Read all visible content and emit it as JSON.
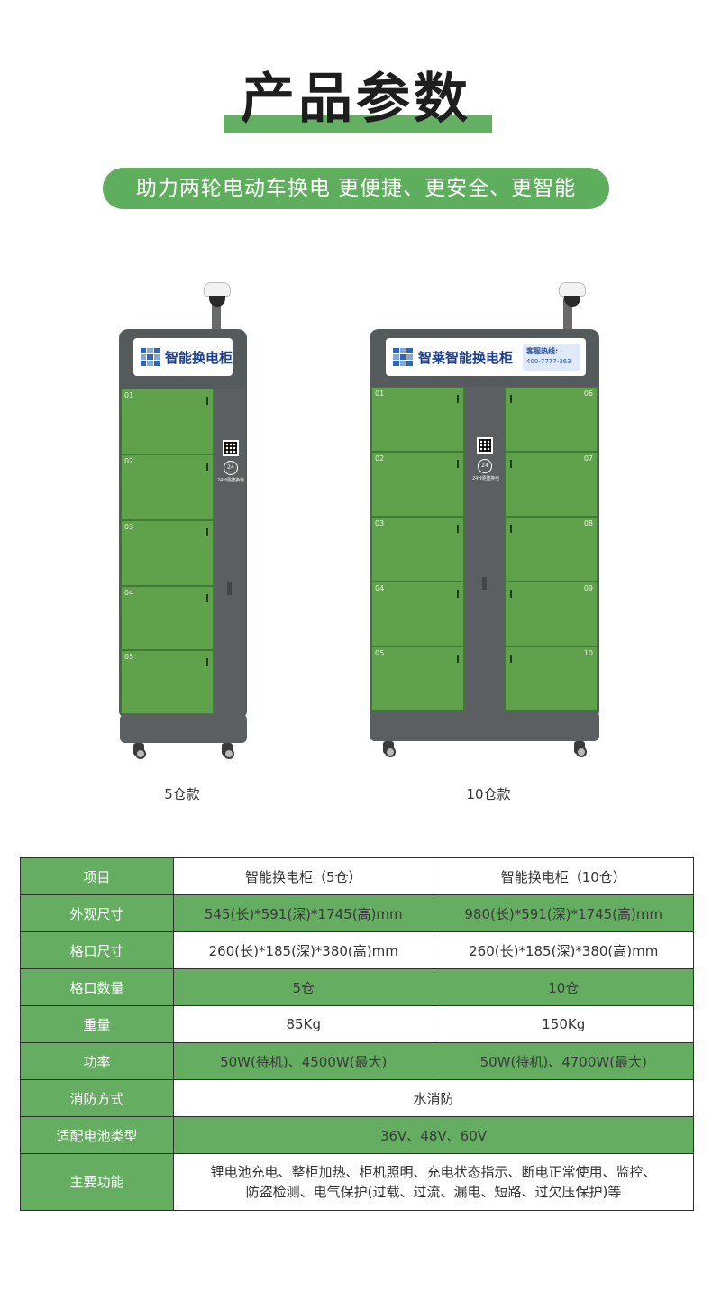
{
  "header": {
    "title": "产品参数",
    "subtitle": "助力两轮电动车换电  更便捷、更安全、更智能"
  },
  "products": [
    {
      "sign_text": "智能换电柜",
      "caption": "5仓款",
      "doors": [
        "01",
        "02",
        "03",
        "04",
        "05"
      ],
      "panel_caption": "24H便捷换电",
      "badge": "24"
    },
    {
      "sign_text": "智莱智能换电柜",
      "caption": "10仓款",
      "hotline_label": "客服热线:",
      "hotline_number": "400-7777-363",
      "doors_left": [
        "01",
        "02",
        "03",
        "04",
        "05"
      ],
      "doors_right": [
        "06",
        "07",
        "08",
        "09",
        "10"
      ],
      "panel_caption": "24H便捷换电",
      "badge": "24"
    }
  ],
  "spec_table": {
    "header": [
      "项目",
      "智能换电柜（5仓）",
      "智能换电柜（10仓）"
    ],
    "rows": [
      {
        "key": "外观尺寸",
        "v5": "545(长)*591(深)*1745(高)mm",
        "v10": "980(长)*591(深)*1745(高)mm"
      },
      {
        "key": "格口尺寸",
        "v5": "260(长)*185(深)*380(高)mm",
        "v10": "260(长)*185(深)*380(高)mm"
      },
      {
        "key": "格口数量",
        "v5": "5仓",
        "v10": "10仓"
      },
      {
        "key": "重量",
        "v5": "85Kg",
        "v10": "150Kg"
      },
      {
        "key": "功率",
        "v5": "50W(待机)、4500W(最大)",
        "v10": "50W(待机)、4700W(最大)"
      },
      {
        "key": "消防方式",
        "merged": "水消防"
      },
      {
        "key": "适配电池类型",
        "merged": "36V、48V、60V"
      },
      {
        "key": "主要功能",
        "merged_line1": "锂电池充电、整柜加热、柜机照明、充电状态指示、断电正常使用、监控、",
        "merged_line2": "防盗检测、电气保护(过载、过流、漏电、短路、过欠压保护)等"
      }
    ]
  },
  "colors": {
    "accent_green": "#64ad61",
    "door_green": "#5fa24b",
    "cabinet_gray": "#555a5c"
  }
}
